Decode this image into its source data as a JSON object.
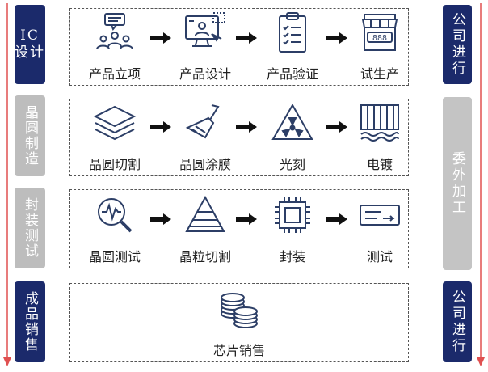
{
  "left_labels": [
    {
      "text": "IC设计",
      "line1": "IC",
      "line2": "设计",
      "style": "navy"
    },
    {
      "text": "晶圆制造",
      "style": "gray"
    },
    {
      "text": "封装测试",
      "style": "gray"
    },
    {
      "text": "成品销售",
      "style": "navy"
    }
  ],
  "right_labels": [
    {
      "text": "公司进行",
      "style": "navy"
    },
    {
      "text": "委外加工",
      "style": "gray"
    },
    {
      "text": "公司进行",
      "style": "navy"
    }
  ],
  "rows": [
    {
      "steps": [
        {
          "label": "产品立项",
          "icon": "team-meeting-icon"
        },
        {
          "label": "产品设计",
          "icon": "computer-design-icon"
        },
        {
          "label": "产品验证",
          "icon": "checklist-clipboard-icon"
        },
        {
          "label": "试生产",
          "icon": "shop-storefront-icon"
        }
      ]
    },
    {
      "steps": [
        {
          "label": "晶圆切割",
          "icon": "layered-wafer-icon"
        },
        {
          "label": "晶圆涂膜",
          "icon": "paint-brush-icon"
        },
        {
          "label": "光刻",
          "icon": "radiation-warning-icon"
        },
        {
          "label": "电镀",
          "icon": "plating-tank-icon"
        }
      ]
    },
    {
      "steps": [
        {
          "label": "晶圆测试",
          "icon": "magnifier-waveform-icon"
        },
        {
          "label": "晶粒切割",
          "icon": "layered-pyramid-icon"
        },
        {
          "label": "封装",
          "icon": "chip-icon"
        },
        {
          "label": "测试",
          "icon": "test-card-icon"
        }
      ]
    },
    {
      "steps": [
        {
          "label": "芯片销售",
          "icon": "coin-stacks-icon"
        }
      ]
    }
  ],
  "colors": {
    "navy": "#1b2a6b",
    "gray": "#bdbdbd",
    "icon": "#2c3e66",
    "arrow": "#111111",
    "side_arrow": "#e05050"
  }
}
